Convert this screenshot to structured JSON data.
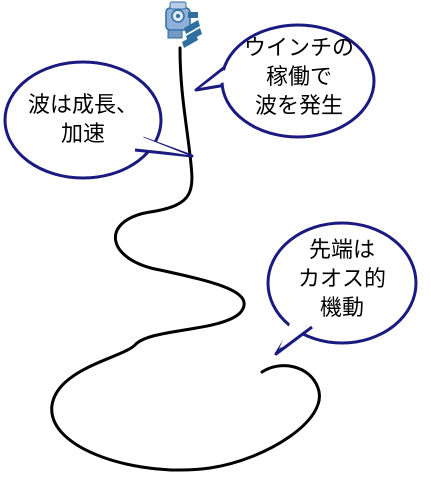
{
  "colors": {
    "background": "#ffffff",
    "rope": "#000000",
    "bubble_stroke": "#1a1a80",
    "bubble_fill": "#ffffff",
    "winch_body": "#8fb0d8",
    "winch_accent": "#2f6fa0",
    "text": "#000000"
  },
  "icons": {
    "winch": "winch-machine-icon"
  },
  "callouts": {
    "winch": {
      "lines": [
        "ウインチの",
        "稼働で",
        "波を発生"
      ]
    },
    "wave": {
      "lines": [
        "波は成長、",
        "加速"
      ]
    },
    "tip": {
      "lines": [
        "先端は",
        "カオス的",
        "機動"
      ]
    }
  }
}
